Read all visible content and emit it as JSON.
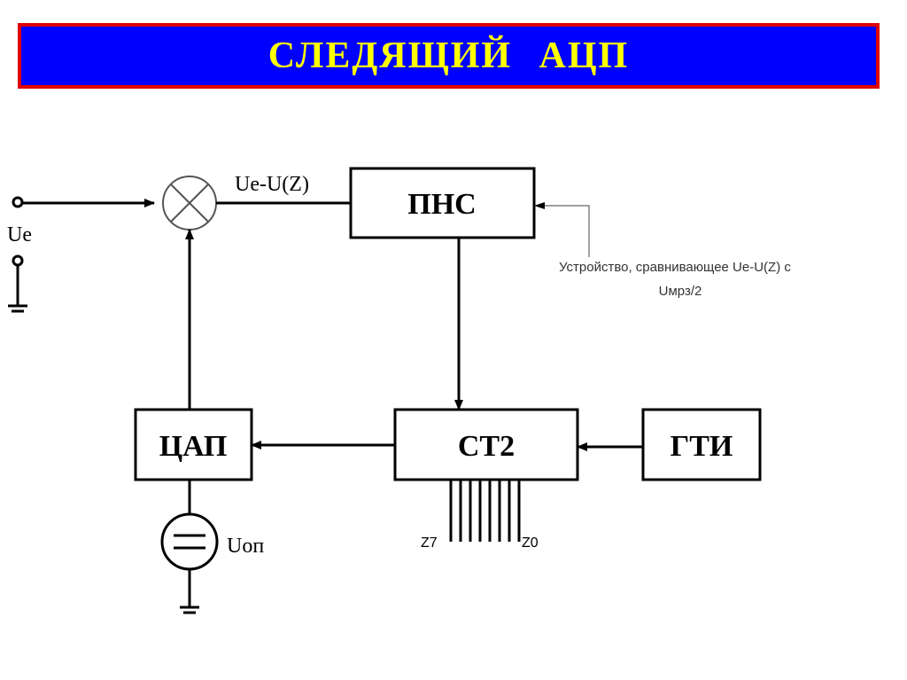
{
  "title": "СЛЕДЯЩИЙ   АЦП",
  "colors": {
    "banner_background": "#0000ff",
    "banner_border": "#e00000",
    "title_text": "#ffff00",
    "line": "#000000",
    "annotation_line": "#666666"
  },
  "blocks": {
    "pns": "ПНС",
    "st2": "СТ2",
    "cap": "ЦАП",
    "gti": "ГТИ"
  },
  "labels": {
    "input": "Ue",
    "difference": "Ue-U(Z)",
    "reference": "Uоп",
    "pin_msb": "Z7",
    "pin_lsb": "Z0"
  },
  "annotation": {
    "line1": "Устройство, сравнивающее Ue-U(Z) с",
    "line2": "Uмрз/2"
  }
}
